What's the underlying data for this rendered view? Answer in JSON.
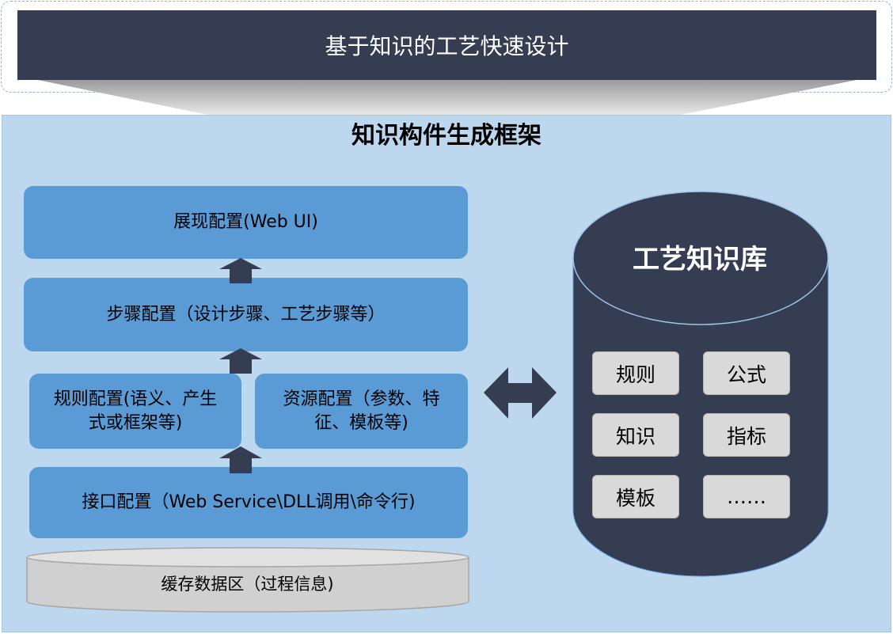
{
  "banner": {
    "title": "基于知识的工艺快速设计"
  },
  "framework": {
    "title": "知识构件生成框架",
    "layers": {
      "presentation": "展现配置(Web UI)",
      "steps": "步骤配置（设计步骤、工艺步骤等）",
      "rules": "规则配置(语义、产生式或框架等)",
      "resources": "资源配置（参数、特征、模板等)",
      "interface": "接口配置（Web Service\\DLL调用\\命令行)"
    },
    "cache": "缓存数据区（过程信息)"
  },
  "knowledge_base": {
    "title": "工艺知识库",
    "items": [
      "规则",
      "公式",
      "知识",
      "指标",
      "模板",
      "……"
    ]
  },
  "colors": {
    "banner_bg": "#343d52",
    "panel_bg": "#bdd7ee",
    "layer_box": "#5b9bd5",
    "arrow": "#343d52",
    "database": "#343d52",
    "chip_bg": "#d9d9d9",
    "cache_bg": "#d0d0d0"
  }
}
